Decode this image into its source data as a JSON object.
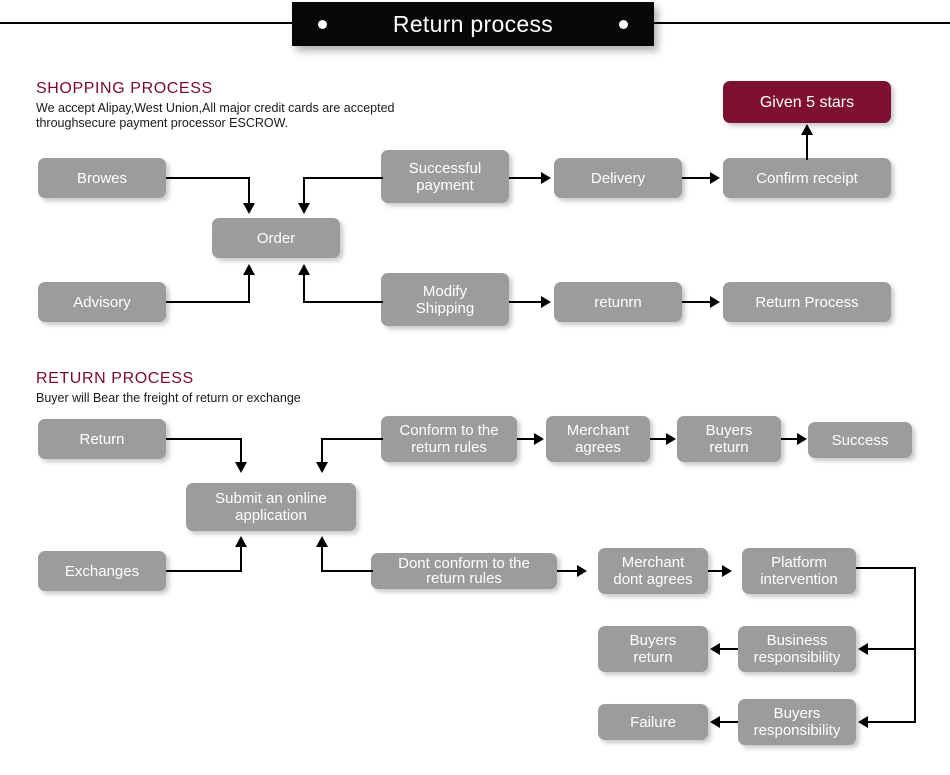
{
  "header": {
    "title": "Return process",
    "dot_left": "dot",
    "dot_right": "dot"
  },
  "shopping": {
    "heading": "SHOPPING PROCESS",
    "subtext": "We accept Alipay,West Union,All major credit cards are accepted\nthroughsecure payment processor ESCROW.",
    "nodes": {
      "browes": "Browes",
      "order": "Order",
      "advisory": "Advisory",
      "successful_payment": "Successful\npayment",
      "modify_shipping": "Modify\nShipping",
      "delivery": "Delivery",
      "returnn": "retunrn",
      "confirm_receipt": "Confirm receipt",
      "return_process": "Return Process",
      "given_5_stars": "Given 5 stars"
    }
  },
  "returns": {
    "heading": "RETURN PROCESS",
    "subtext": "Buyer will Bear the freight of return or exchange",
    "nodes": {
      "return": "Return",
      "submit_online_application": "Submit an online\napplication",
      "exchanges": "Exchanges",
      "conform_rules": "Conform to the\nreturn rules",
      "dont_conform_rules": "Dont conform to the\nreturn rules",
      "merchant_agrees": "Merchant\nagrees",
      "merchant_dont_agrees": "Merchant\ndont agrees",
      "buyers_return_top": "Buyers\nreturn",
      "success": "Success",
      "platform_intervention": "Platform\nintervention",
      "business_responsibility": "Business\nresponsibility",
      "buyers_return_mid": "Buyers\nreturn",
      "buyers_responsibility": "Buyers\nresponsibility",
      "failure": "Failure"
    }
  },
  "colors": {
    "banner_bg": "#070707",
    "node_gray": "#9c9c9c",
    "node_red": "#7e1030",
    "heading_maroon": "#7a0a2e",
    "connector": "#000000",
    "page_bg": "#ffffff"
  }
}
